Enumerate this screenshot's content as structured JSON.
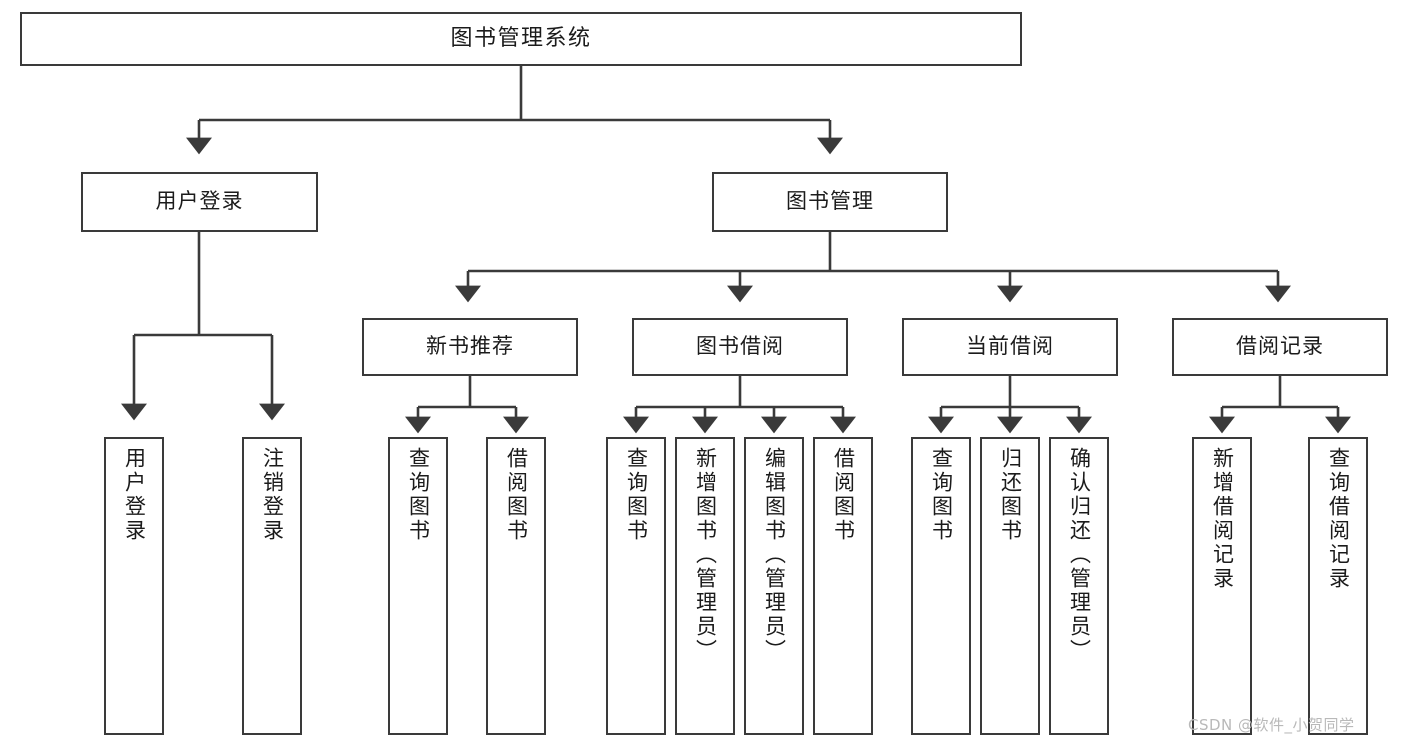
{
  "diagram": {
    "title": "图书管理系统",
    "type": "functional-structure-tree",
    "colors": {
      "box_border": "#3a3a3a",
      "box_fill": "#ffffff",
      "edge": "#3a3a3a",
      "text": "#1b1b1b",
      "watermark": "#b9b9b9",
      "background": "#ffffff"
    },
    "root": {
      "label": "图书管理系统"
    },
    "level2": [
      {
        "label": "用户登录"
      },
      {
        "label": "图书管理"
      }
    ],
    "level3": [
      {
        "label": "新书推荐"
      },
      {
        "label": "图书借阅"
      },
      {
        "label": "当前借阅"
      },
      {
        "label": "借阅记录"
      }
    ],
    "leaves": {
      "user_login": [
        {
          "label": "用户登录"
        },
        {
          "label": "注销登录"
        }
      ],
      "new_book_recommend": [
        {
          "label": "查询图书"
        },
        {
          "label": "借阅图书"
        }
      ],
      "book_borrow": [
        {
          "label": "查询图书"
        },
        {
          "label": "新增图书（管理员）"
        },
        {
          "label": "编辑图书（管理员）"
        },
        {
          "label": "借阅图书"
        }
      ],
      "current_borrow": [
        {
          "label": "查询图书"
        },
        {
          "label": "归还图书"
        },
        {
          "label": "确认归还（管理员）"
        }
      ],
      "borrow_record": [
        {
          "label": "新增借阅记录"
        },
        {
          "label": "查询借阅记录"
        }
      ]
    },
    "watermark": "CSDN @软件_小贺同学"
  }
}
